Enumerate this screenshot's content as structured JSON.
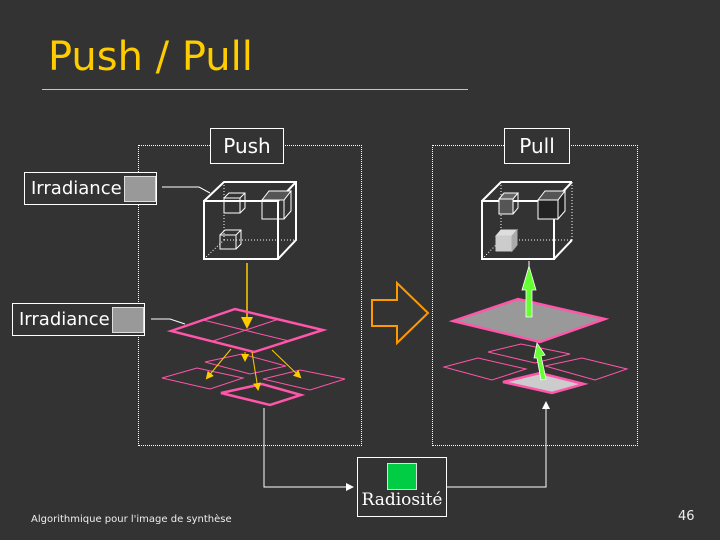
{
  "slide": {
    "title": "Push / Pull",
    "footer": "Algorithmique pour l'image de synthèse",
    "page_number": "46"
  },
  "colors": {
    "background": "#333333",
    "title": "#ffcc00",
    "quad_outline": "#ff55aa",
    "push_arrow": "#ffcc00",
    "pull_arrow": "#66ff33",
    "transition_arrow": "#ff9900",
    "radiosity_swatch": "#00cc44",
    "irradiance_swatch": "#999999"
  },
  "panels": {
    "push": {
      "label": "Push"
    },
    "pull": {
      "label": "Pull"
    }
  },
  "callouts": {
    "irradiance_top": {
      "label": "Irradiance",
      "icon": "gray-swatch"
    },
    "irradiance_bottom": {
      "label": "Irradiance",
      "icon": "gray-swatch"
    }
  },
  "radiosity": {
    "label": "Radiosité",
    "icon": "green-swatch"
  }
}
